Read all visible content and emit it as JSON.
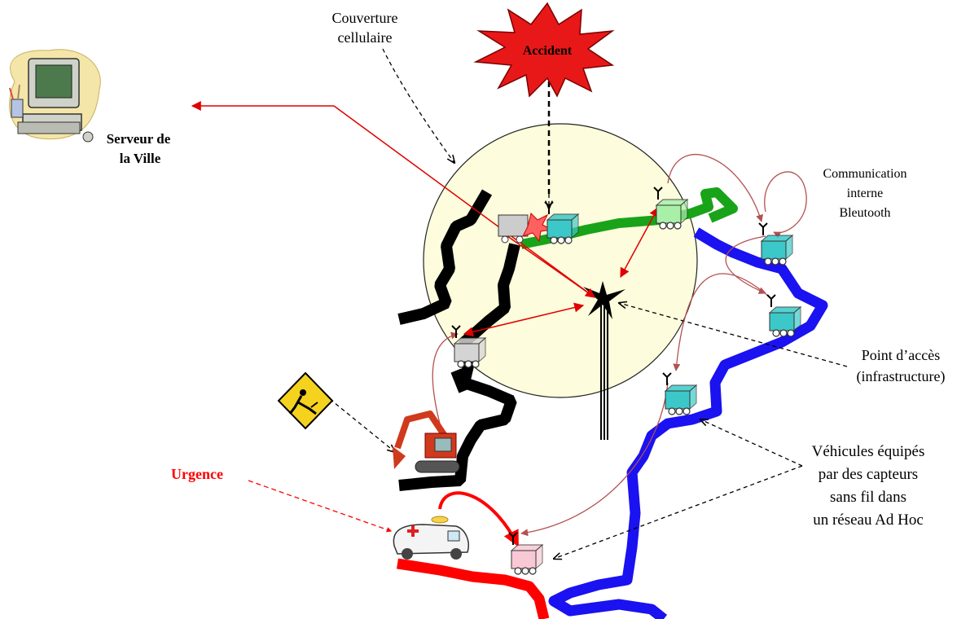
{
  "labels": {
    "coverage_line1": "Couverture",
    "coverage_line2": "cellulaire",
    "accident": "Accident",
    "server_line1": "Serveur de",
    "server_line2": "la Ville",
    "bt_line1": "Communication",
    "bt_line2": "interne",
    "bt_line3": "Bleutooth",
    "ap_line1": "Point d’accès",
    "ap_line2": "(infrastructure)",
    "veh_line1": "Véhicules équipés",
    "veh_line2": "par des capteurs",
    "veh_line3": "sans fil dans",
    "veh_line4": "un réseau Ad Hoc",
    "urgence": "Urgence"
  },
  "icons": {
    "server": "computer-icon",
    "accident": "explosion-starburst-icon",
    "roadwork": "roadwork-sign-icon",
    "excavator": "excavator-icon",
    "ambulance": "ambulance-icon",
    "access_point": "antenna-tower-icon",
    "vehicle": "sensor-vehicle-icon"
  },
  "colors": {
    "coverage_fill": "#fdfcdc",
    "road_black": "#000000",
    "road_green": "#19a319",
    "road_blue": "#1a12f0",
    "road_red": "#ff0000",
    "link_red": "#e00000",
    "bluetooth_arc": "#b45050",
    "vehicle_cyan": "#3cc8c8",
    "vehicle_green": "#a8f0a8",
    "vehicle_grey": "#d4d4d4",
    "vehicle_pink": "#f8c8d4",
    "urgence_text": "#ff0000"
  }
}
